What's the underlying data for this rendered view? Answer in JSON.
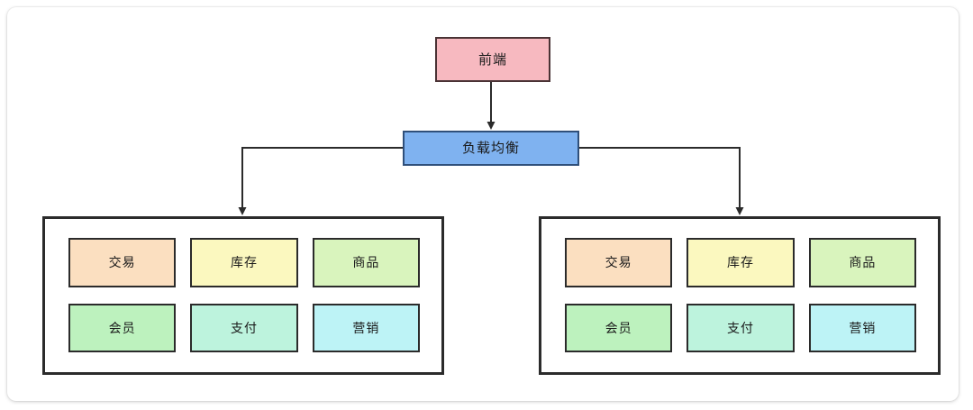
{
  "diagram": {
    "type": "architecture-flow",
    "title_text": "",
    "nodes": {
      "frontend": {
        "label": "前端",
        "color": "#f7b9c0"
      },
      "balancer": {
        "label": "负载均衡",
        "color": "#7fb2f0"
      }
    },
    "groups": [
      {
        "name": "service-group-left",
        "services": [
          {
            "label": "交易",
            "color": "#fbdfc0"
          },
          {
            "label": "库存",
            "color": "#fbf8bf"
          },
          {
            "label": "商品",
            "color": "#d9f4bd"
          },
          {
            "label": "会员",
            "color": "#bdf2be"
          },
          {
            "label": "支付",
            "color": "#bdf3dd"
          },
          {
            "label": "营销",
            "color": "#bdf3f6"
          }
        ]
      },
      {
        "name": "service-group-right",
        "services": [
          {
            "label": "交易",
            "color": "#fbdfc0"
          },
          {
            "label": "库存",
            "color": "#fbf8bf"
          },
          {
            "label": "商品",
            "color": "#d9f4bd"
          },
          {
            "label": "会员",
            "color": "#bdf2be"
          },
          {
            "label": "支付",
            "color": "#bdf3dd"
          },
          {
            "label": "营销",
            "color": "#bdf3f6"
          }
        ]
      }
    ],
    "connectors": [
      {
        "name": "frontend-to-balancer",
        "from": "前端",
        "to": "负载均衡",
        "arrow": "down"
      },
      {
        "name": "balancer-to-left-group",
        "from": "负载均衡",
        "to": "service-group-left",
        "arrow": "down"
      },
      {
        "name": "balancer-to-right-group",
        "from": "负载均衡",
        "to": "service-group-right",
        "arrow": "down"
      }
    ],
    "stroke_color": "#2b2b2b",
    "background": "#ffffff"
  }
}
